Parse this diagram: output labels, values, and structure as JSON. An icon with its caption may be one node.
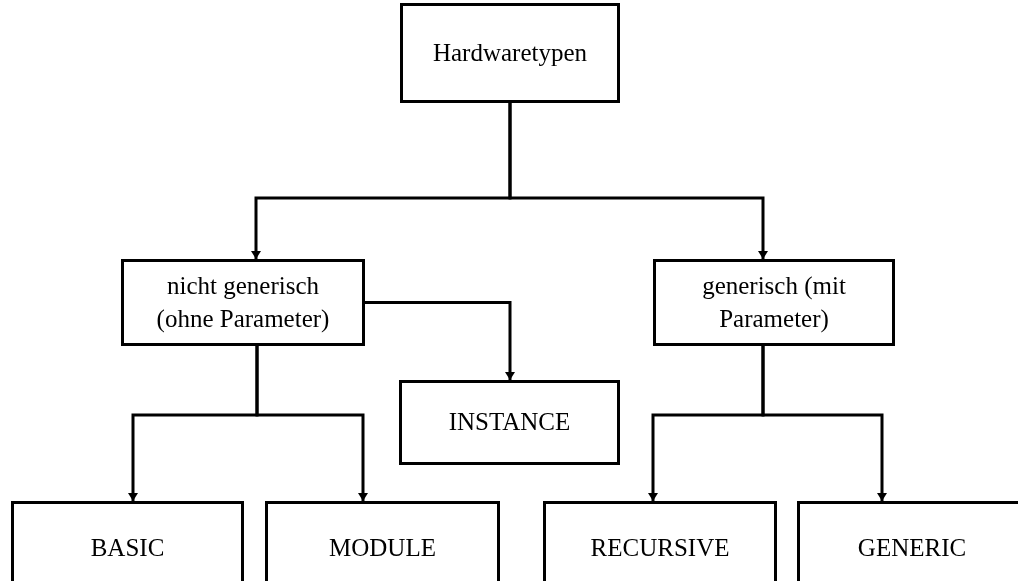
{
  "diagram": {
    "nodes": [
      {
        "text": [
          "Hardwaretypen"
        ]
      },
      {
        "text": [
          "nicht generisch (ohne Parameter)"
        ]
      },
      {
        "text": [
          "generisch (mit Parameter)"
        ]
      },
      {
        "text": [
          "INSTANCE"
        ]
      },
      {
        "text": [
          "BASIC"
        ]
      },
      {
        "text": [
          "MODULE"
        ]
      },
      {
        "text": [
          "RECURSIVE"
        ]
      },
      {
        "text": [
          "GENERIC"
        ]
      }
    ],
    "edges": [
      {
        "from": 0,
        "to": 1,
        "arrow": "to"
      },
      {
        "from": 0,
        "to": 2,
        "arrow": "to"
      },
      {
        "from": 1,
        "to": 3,
        "arrow": "to"
      },
      {
        "from": 1,
        "to": 4,
        "arrow": "to"
      },
      {
        "from": 1,
        "to": 5,
        "arrow": "to"
      },
      {
        "from": 2,
        "to": 6,
        "arrow": "to"
      },
      {
        "from": 2,
        "to": 7,
        "arrow": "to"
      }
    ]
  }
}
